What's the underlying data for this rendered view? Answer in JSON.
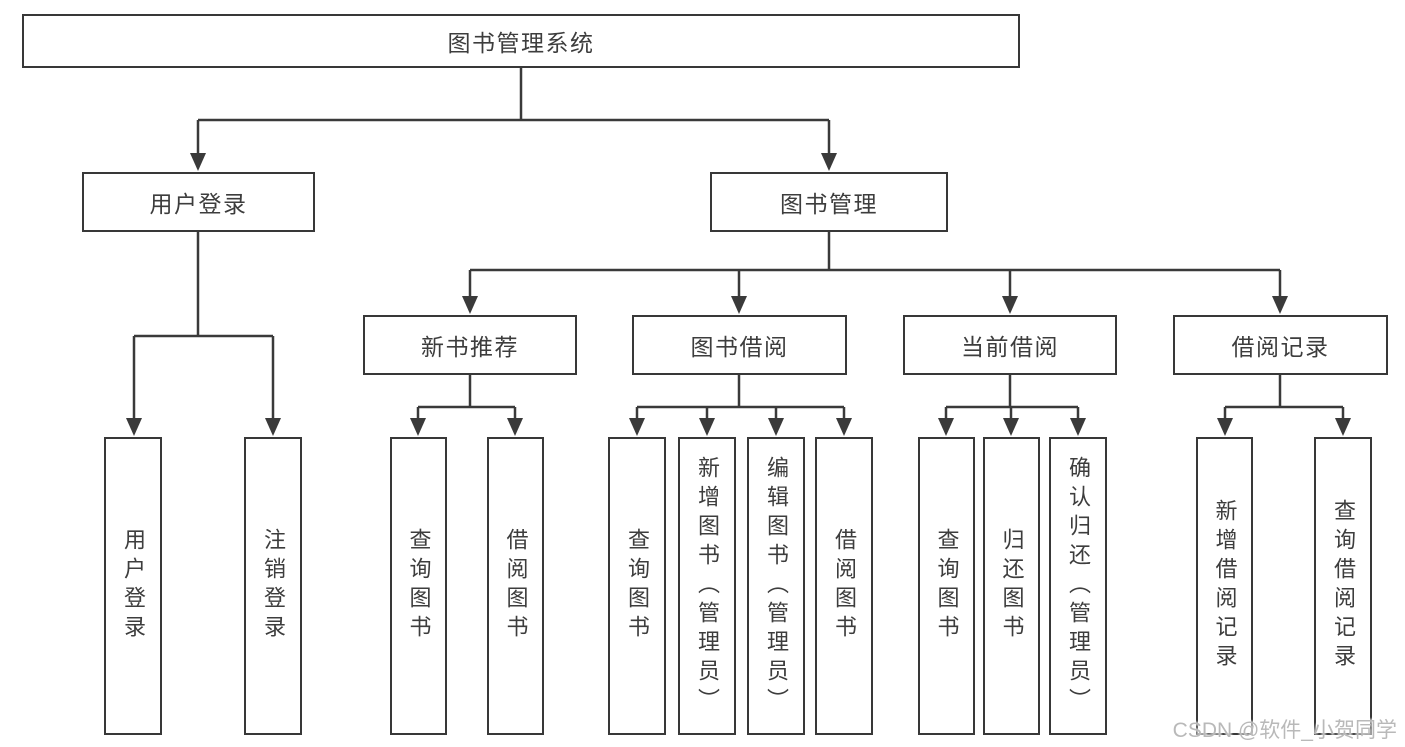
{
  "diagram": {
    "root": "图书管理系统",
    "branches": {
      "user_login": {
        "label": "用户登录",
        "children": {
          "login": "用户登录",
          "logout": "注销登录"
        }
      },
      "book_mgmt": {
        "label": "图书管理",
        "modules": {
          "new_book": {
            "label": "新书推荐",
            "children": {
              "query": "查询图书",
              "borrow": "借阅图书"
            }
          },
          "borrow": {
            "label": "图书借阅",
            "children": {
              "query": "查询图书",
              "add": "新增图书（管理员）",
              "edit": "编辑图书（管理员）",
              "borrow": "借阅图书"
            }
          },
          "current": {
            "label": "当前借阅",
            "children": {
              "query": "查询图书",
              "return": "归还图书",
              "confirm": "确认归还（管理员）"
            }
          },
          "records": {
            "label": "借阅记录",
            "children": {
              "add": "新增借阅记录",
              "query": "查询借阅记录"
            }
          }
        }
      }
    }
  },
  "watermark": "CSDN @软件_小贺同学",
  "colors": {
    "line": "#3a3a3a",
    "box_border": "#383838",
    "text": "#3d3d3d",
    "box_background": "#ffffff",
    "page_background": "#ffffff",
    "watermark": "#b9b9b9"
  }
}
